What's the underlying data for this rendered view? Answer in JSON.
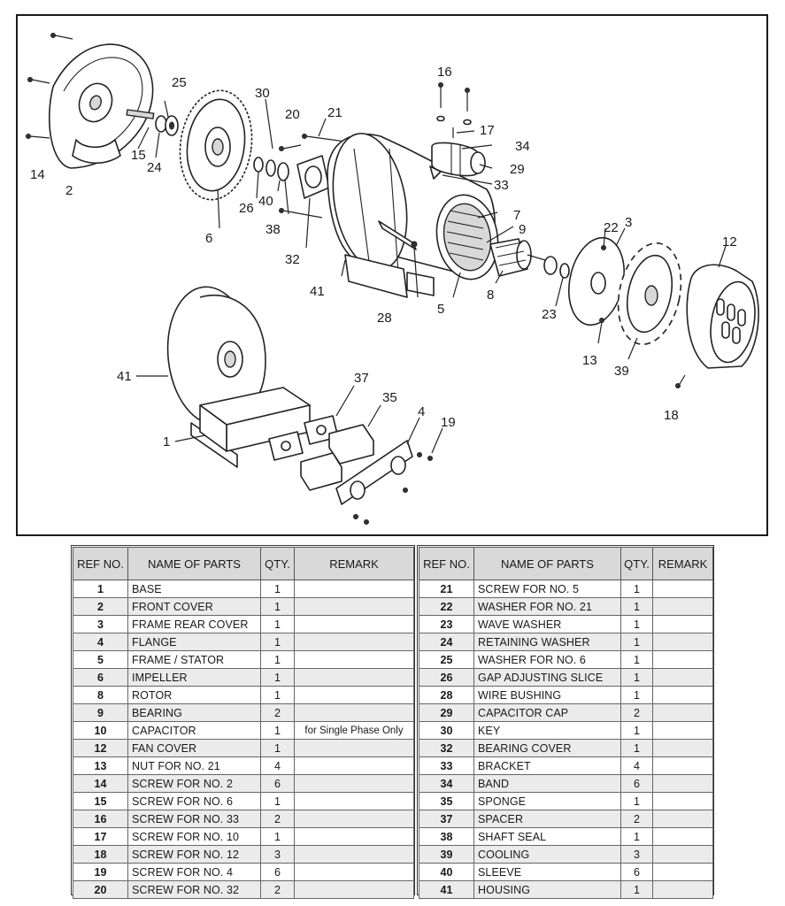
{
  "diagram": {
    "callouts": [
      {
        "label": "16"
      },
      {
        "label": "25"
      },
      {
        "label": "30"
      },
      {
        "label": "20"
      },
      {
        "label": "21"
      },
      {
        "label": "17"
      },
      {
        "label": "34"
      },
      {
        "label": "29"
      },
      {
        "label": "33"
      },
      {
        "label": "15"
      },
      {
        "label": "24"
      },
      {
        "label": "14"
      },
      {
        "label": "2"
      },
      {
        "label": "26"
      },
      {
        "label": "40"
      },
      {
        "label": "38"
      },
      {
        "label": "6"
      },
      {
        "label": "32"
      },
      {
        "label": "41"
      },
      {
        "label": "28"
      },
      {
        "label": "5"
      },
      {
        "label": "7"
      },
      {
        "label": "9"
      },
      {
        "label": "8"
      },
      {
        "label": "22"
      },
      {
        "label": "3"
      },
      {
        "label": "12"
      },
      {
        "label": "23"
      },
      {
        "label": "13"
      },
      {
        "label": "39"
      },
      {
        "label": "18"
      },
      {
        "label": "41"
      },
      {
        "label": "37"
      },
      {
        "label": "35"
      },
      {
        "label": "4"
      },
      {
        "label": "19"
      },
      {
        "label": "1"
      }
    ]
  },
  "table": {
    "headers": {
      "ref": "REF NO.",
      "name": "NAME OF PARTS",
      "qty": "QTY.",
      "remark": "REMARK"
    },
    "left_rows": [
      {
        "ref": "1",
        "name": "BASE",
        "qty": "1",
        "remark": ""
      },
      {
        "ref": "2",
        "name": "FRONT COVER",
        "qty": "1",
        "remark": ""
      },
      {
        "ref": "3",
        "name": "FRAME REAR COVER",
        "qty": "1",
        "remark": ""
      },
      {
        "ref": "4",
        "name": "FLANGE",
        "qty": "1",
        "remark": ""
      },
      {
        "ref": "5",
        "name": "FRAME / STATOR",
        "qty": "1",
        "remark": ""
      },
      {
        "ref": "6",
        "name": "IMPELLER",
        "qty": "1",
        "remark": ""
      },
      {
        "ref": "8",
        "name": "ROTOR",
        "qty": "1",
        "remark": ""
      },
      {
        "ref": "9",
        "name": "BEARING",
        "qty": "2",
        "remark": ""
      },
      {
        "ref": "10",
        "name": "CAPACITOR",
        "qty": "1",
        "remark": "for Single Phase Only"
      },
      {
        "ref": "12",
        "name": "FAN COVER",
        "qty": "1",
        "remark": ""
      },
      {
        "ref": "13",
        "name": "NUT FOR NO. 21",
        "qty": "4",
        "remark": ""
      },
      {
        "ref": "14",
        "name": "SCREW FOR NO. 2",
        "qty": "6",
        "remark": ""
      },
      {
        "ref": "15",
        "name": "SCREW FOR NO. 6",
        "qty": "1",
        "remark": ""
      },
      {
        "ref": "16",
        "name": "SCREW FOR NO. 33",
        "qty": "2",
        "remark": ""
      },
      {
        "ref": "17",
        "name": "SCREW FOR NO. 10",
        "qty": "1",
        "remark": ""
      },
      {
        "ref": "18",
        "name": "SCREW FOR NO. 12",
        "qty": "3",
        "remark": ""
      },
      {
        "ref": "19",
        "name": "SCREW FOR NO. 4",
        "qty": "6",
        "remark": ""
      },
      {
        "ref": "20",
        "name": "SCREW FOR NO. 32",
        "qty": "2",
        "remark": ""
      }
    ],
    "right_rows": [
      {
        "ref": "21",
        "name": "SCREW FOR NO. 5",
        "qty": "1",
        "remark": ""
      },
      {
        "ref": "22",
        "name": "WASHER FOR NO. 21",
        "qty": "1",
        "remark": ""
      },
      {
        "ref": "23",
        "name": "WAVE WASHER",
        "qty": "1",
        "remark": ""
      },
      {
        "ref": "24",
        "name": "RETAINING WASHER",
        "qty": "1",
        "remark": ""
      },
      {
        "ref": "25",
        "name": "WASHER FOR NO. 6",
        "qty": "1",
        "remark": ""
      },
      {
        "ref": "26",
        "name": "GAP ADJUSTING SLICE",
        "qty": "1",
        "remark": ""
      },
      {
        "ref": "28",
        "name": "WIRE BUSHING",
        "qty": "1",
        "remark": ""
      },
      {
        "ref": "29",
        "name": "CAPACITOR CAP",
        "qty": "2",
        "remark": ""
      },
      {
        "ref": "30",
        "name": "KEY",
        "qty": "1",
        "remark": ""
      },
      {
        "ref": "32",
        "name": "BEARING COVER",
        "qty": "1",
        "remark": ""
      },
      {
        "ref": "33",
        "name": "BRACKET",
        "qty": "4",
        "remark": ""
      },
      {
        "ref": "34",
        "name": "BAND",
        "qty": "6",
        "remark": ""
      },
      {
        "ref": "35",
        "name": "SPONGE",
        "qty": "1",
        "remark": ""
      },
      {
        "ref": "37",
        "name": "SPACER",
        "qty": "2",
        "remark": ""
      },
      {
        "ref": "38",
        "name": "SHAFT SEAL",
        "qty": "1",
        "remark": ""
      },
      {
        "ref": "39",
        "name": "COOLING",
        "qty": "3",
        "remark": ""
      },
      {
        "ref": "40",
        "name": "SLEEVE",
        "qty": "6",
        "remark": ""
      },
      {
        "ref": "41",
        "name": "HOUSING",
        "qty": "1",
        "remark": ""
      }
    ]
  }
}
